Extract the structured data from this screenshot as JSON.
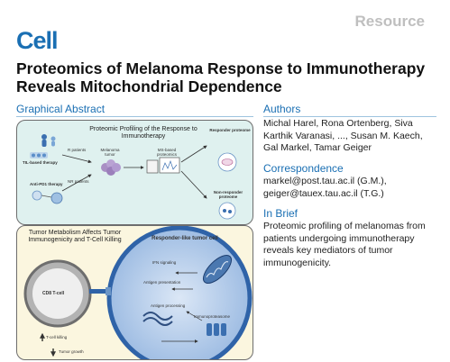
{
  "header": {
    "journal_logo": "Cell",
    "article_type": "Resource",
    "title": "Proteomics of Melanoma Response to Immunotherapy Reveals Mitochondrial Dependence"
  },
  "graphical_abstract": {
    "heading": "Graphical Abstract",
    "top_panel": {
      "title": "Proteomic Profiling of the Response to Immunotherapy",
      "labels": {
        "til_therapy": "TIL-based therapy",
        "anti_pd1": "Anti-PD1 therapy",
        "melanoma_tumor": "Melanoma tumor",
        "ms_proteomics": "MS-based proteomics",
        "responder_proteome": "Responder proteome",
        "non_responder_proteome": "Non-responder proteome",
        "r_patients": "R patients",
        "nr_patients": "NR patients"
      }
    },
    "bottom_panel": {
      "title": "Tumor Metabolism Affects Tumor Immunogenicity and T-Cell Killing",
      "tumor_cell_label": "Responder-like tumor cell",
      "cd8_label": "CD8 T-cell",
      "labels": {
        "ifn_signaling": "IFN signaling",
        "antigen_presentation": "Antigen presentation",
        "antigen_processing": "Antigen processing",
        "immunoproteasome": "Immunoproteasome",
        "t_cell_killing": "T-cell killing",
        "tumor_growth": "Tumor growth"
      }
    }
  },
  "authors": {
    "heading": "Authors",
    "text": "Michal Harel, Rona Ortenberg, Siva Karthik Varanasi, ..., Susan M. Kaech, Gal Markel, Tamar Geiger"
  },
  "correspondence": {
    "heading": "Correspondence",
    "text": "markel@post.tau.ac.il (G.M.), geiger@tauex.tau.ac.il (T.G.)"
  },
  "in_brief": {
    "heading": "In Brief",
    "text": "Proteomic profiling of melanomas from patients undergoing immunotherapy reveals key mediators of tumor immunogenicity."
  },
  "colors": {
    "brand_blue": "#1a6fb3",
    "top_panel_bg": "#dff1ef",
    "bottom_panel_bg": "#fbf6df",
    "tumor_cell_blue": "#2f63a8"
  }
}
